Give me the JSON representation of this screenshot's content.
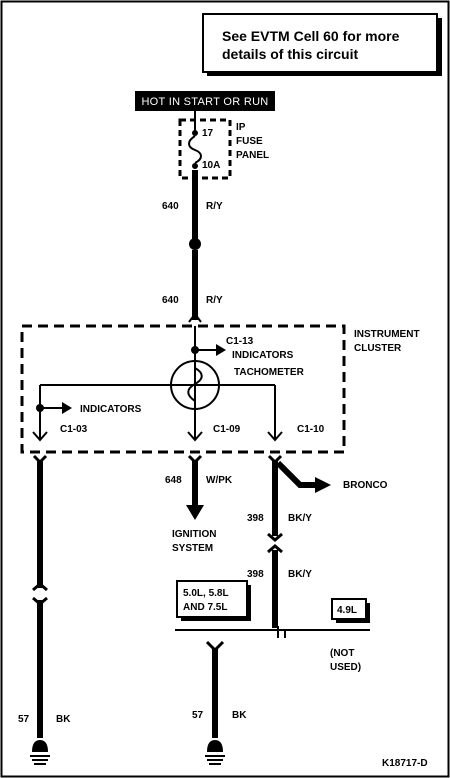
{
  "note_box": {
    "line1": "See EVTM Cell 60 for more",
    "line2": "details of this circuit"
  },
  "power_label": "HOT IN START OR RUN",
  "fuse_panel": {
    "line1": "IP",
    "line2": "FUSE",
    "line3": "PANEL",
    "fuse_number": "17",
    "rating": "10A"
  },
  "wires": {
    "w640_upper": {
      "circuit": "640",
      "color": "R/Y"
    },
    "w640_lower": {
      "circuit": "640",
      "color": "R/Y"
    },
    "w648": {
      "circuit": "648",
      "color": "W/PK"
    },
    "w398_upper": {
      "circuit": "398",
      "color": "BK/Y"
    },
    "w398_lower": {
      "circuit": "398",
      "color": "BK/Y"
    },
    "w57_left": {
      "circuit": "57",
      "color": "BK"
    },
    "w57_right": {
      "circuit": "57",
      "color": "BK"
    }
  },
  "cluster": {
    "line1": "INSTRUMENT",
    "line2": "CLUSTER",
    "pin_c1_13": "C1-13",
    "pin_c1_03": "C1-03",
    "pin_c1_09": "C1-09",
    "pin_c1_10": "C1-10",
    "indicators_right": "INDICATORS",
    "tachometer": "TACHOMETER",
    "indicators_left": "INDICATORS"
  },
  "ignition": {
    "line1": "IGNITION",
    "line2": "SYSTEM"
  },
  "bronco": "BRONCO",
  "engine_box_1": {
    "line1": "5.0L, 5.8L",
    "line2": "AND 7.5L"
  },
  "engine_box_2": "4.9L",
  "not_used": {
    "line1": "(NOT",
    "line2": "USED)"
  },
  "figure_id": "K18717-D"
}
